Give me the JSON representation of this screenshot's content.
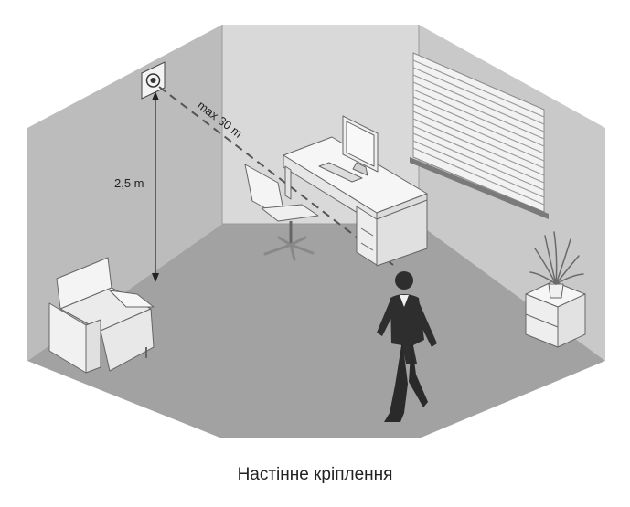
{
  "diagram": {
    "height_label": "2,5 m",
    "distance_label": "max 30 m",
    "caption": "Настінне кріплення"
  },
  "colors": {
    "floor": "#a2a2a2",
    "left_wall": "#bcbcbc",
    "back_wall": "#d9d9d9",
    "right_wall": "#c9c9c9",
    "furniture": "#f5f5f5",
    "outline": "#555555",
    "person": "#2e2e2e"
  }
}
